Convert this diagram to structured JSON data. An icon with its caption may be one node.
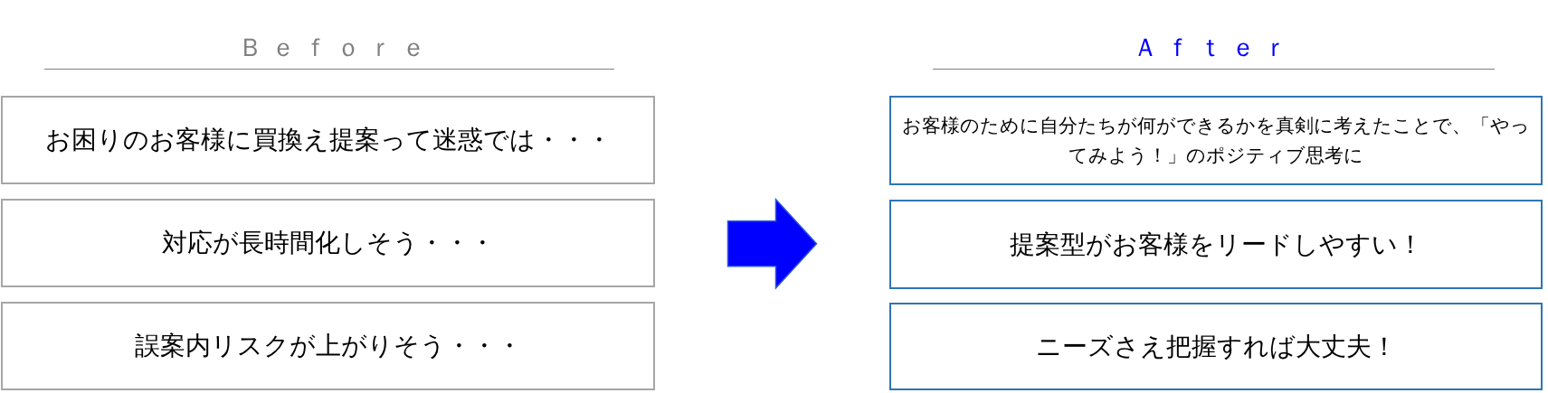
{
  "diagram": {
    "nodes": [
      {
        "text": [
          "お困りのお客様に買換え提案って迷惑では・・・"
        ]
      },
      {
        "text": [
          "対応が長時間化しそう・・・"
        ]
      },
      {
        "text": [
          "誤案内リスクが上がりそう・・・"
        ]
      },
      {
        "text": [
          "お客様のために自分たちが何ができるかを真剣に考えたことで、「やってみよう！」のポジティブ思考に"
        ]
      },
      {
        "text": [
          "提案型がお客様をリードしやすい！"
        ]
      },
      {
        "text": [
          "ニーズさえ把握すれば大丈夫！"
        ]
      }
    ],
    "edges": [
      {
        "from": 1,
        "to": 4,
        "arrow": "to",
        "style": "thick"
      }
    ],
    "labels": [
      "Ｂｅｆｏｒｅ",
      "Ａｆｔｅｒ"
    ]
  }
}
